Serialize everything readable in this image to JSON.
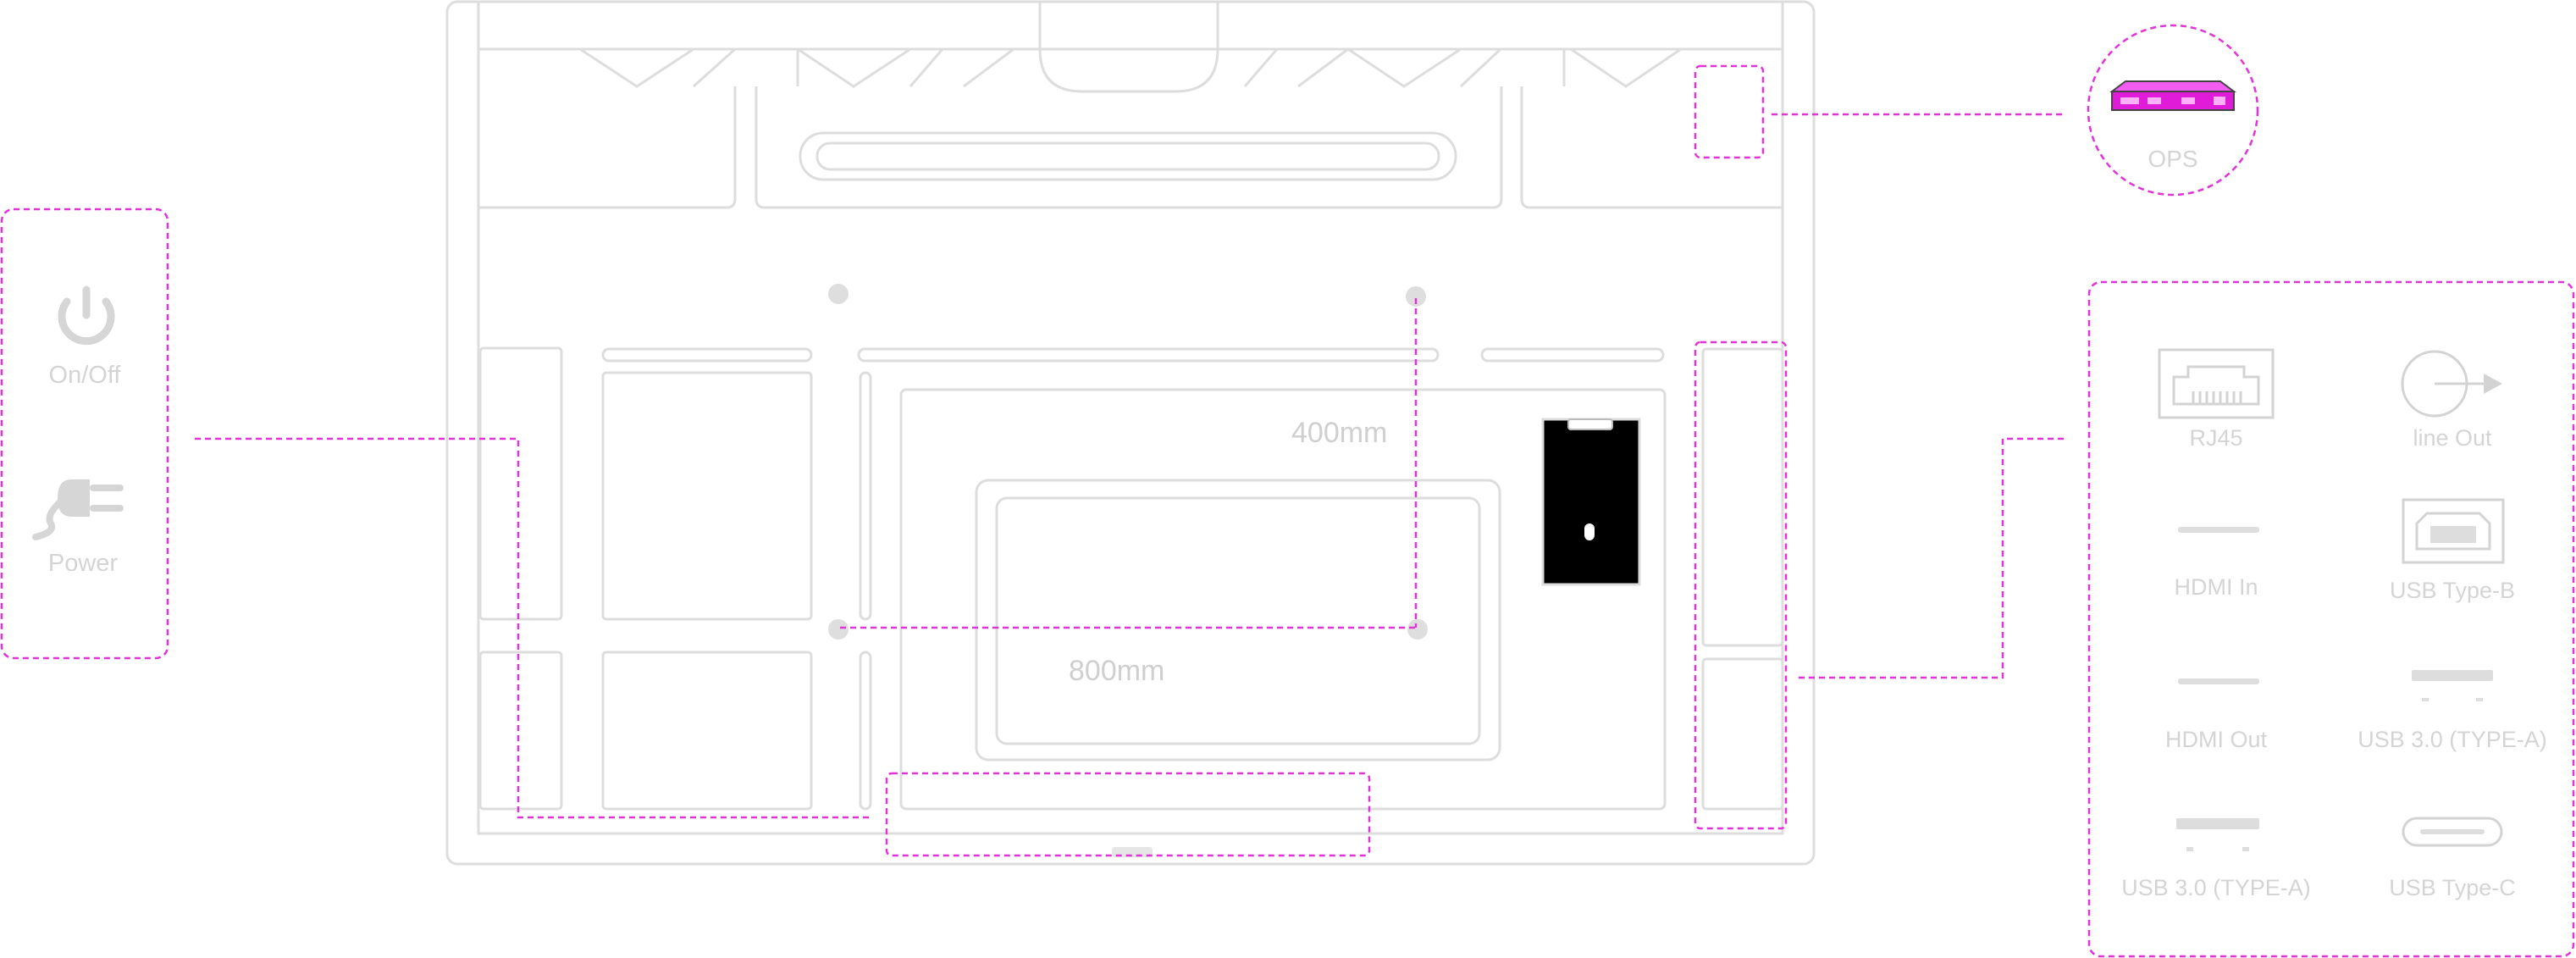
{
  "left_panel": {
    "on_off_label": "On/Off",
    "power_label": "Power"
  },
  "dimensions": {
    "vertical": "400mm",
    "horizontal": "800mm"
  },
  "ops": {
    "label": "OPS"
  },
  "ports": {
    "rj45": "RJ45",
    "line_out": "line Out",
    "hdmi_in": "HDMI In",
    "usb_type_b": "USB Type-B",
    "hdmi_out": "HDMI Out",
    "usb30_a_1": "USB 3.0 (TYPE-A)",
    "usb30_a_2": "USB 3.0 (TYPE-A)",
    "usb_type_c": "USB Type-C"
  },
  "colors": {
    "highlight": "#e233d7",
    "outline": "#dddddd",
    "label": "#d4d4d4",
    "module": "#000000"
  }
}
